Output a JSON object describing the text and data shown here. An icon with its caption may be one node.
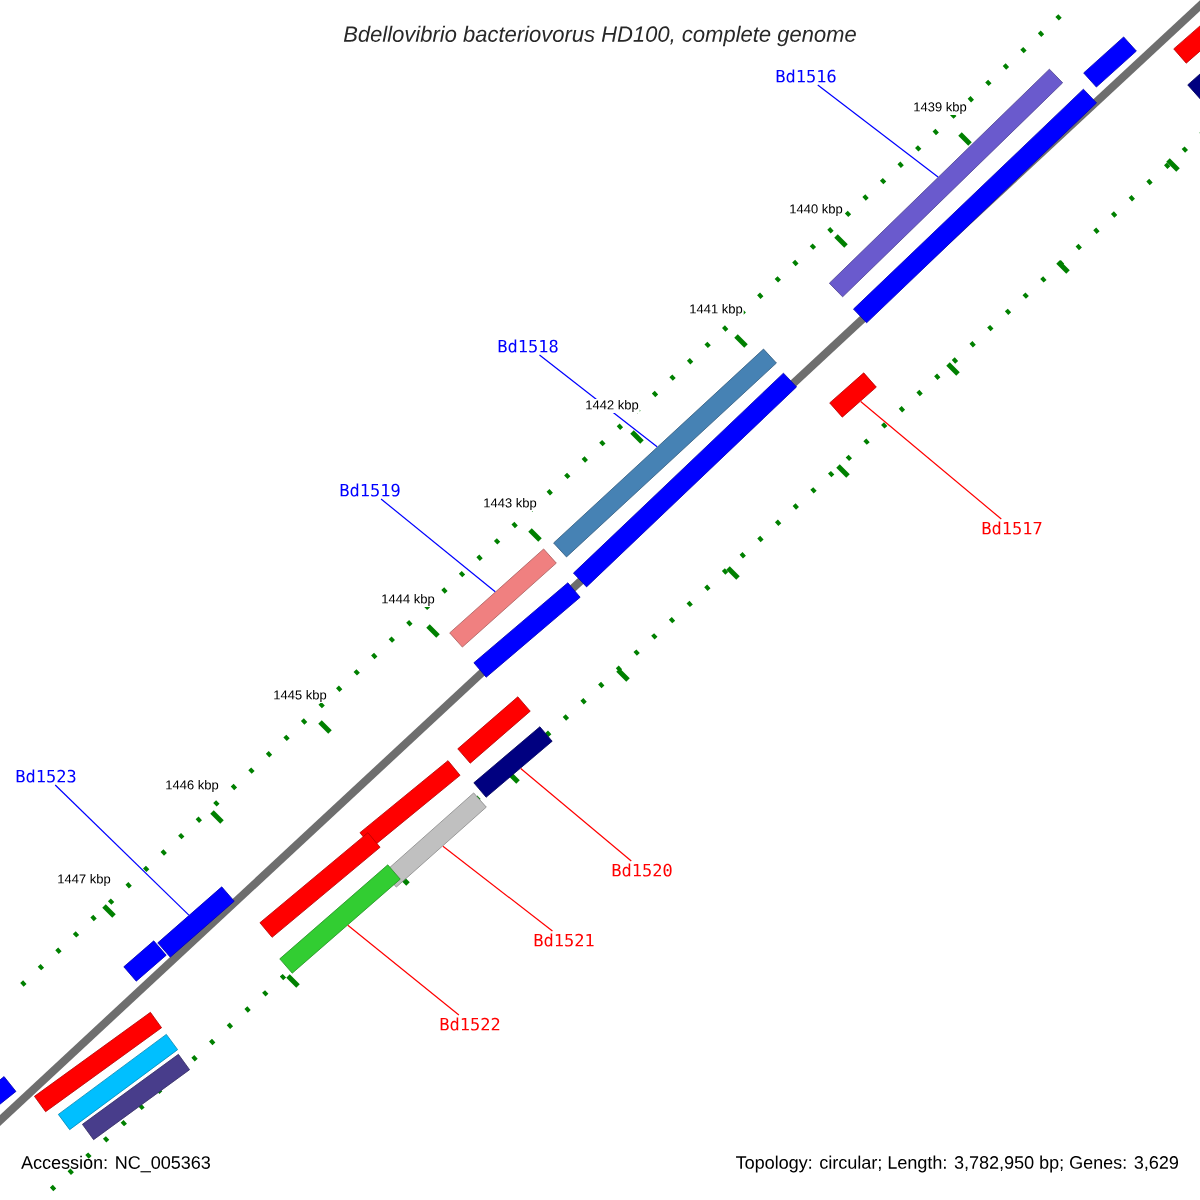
{
  "diagram": {
    "title": "Bdellovibrio bacteriovorus HD100, complete genome",
    "nodes": [
      {
        "text": [
          "Bd1516"
        ]
      },
      {
        "text": [],
        "shape": "bar"
      },
      {
        "text": [
          "Bd1518"
        ]
      },
      {
        "text": [],
        "shape": "bar"
      },
      {
        "text": [
          "Bd1519"
        ]
      },
      {
        "text": [],
        "shape": "bar"
      },
      {
        "text": [
          "Bd1517"
        ]
      },
      {
        "text": [],
        "shape": "bar"
      },
      {
        "text": [
          "Bd1520"
        ]
      },
      {
        "text": [],
        "shape": "bar"
      },
      {
        "text": [
          "Bd1521"
        ]
      },
      {
        "text": [],
        "shape": "bar"
      },
      {
        "text": [
          "Bd1522"
        ]
      },
      {
        "text": [],
        "shape": "bar"
      },
      {
        "text": [
          "Bd1523"
        ]
      },
      {
        "text": [],
        "shape": "bar"
      }
    ],
    "edges": [
      {
        "from": 0,
        "to": 1,
        "arrow": "none",
        "color": "#0000ff"
      },
      {
        "from": 2,
        "to": 3,
        "arrow": "none",
        "color": "#0000ff"
      },
      {
        "from": 4,
        "to": 5,
        "arrow": "none",
        "color": "#0000ff"
      },
      {
        "from": 6,
        "to": 7,
        "arrow": "none",
        "color": "#ff0000"
      },
      {
        "from": 8,
        "to": 9,
        "arrow": "none",
        "color": "#ff0000"
      },
      {
        "from": 10,
        "to": 11,
        "arrow": "none",
        "color": "#ff0000"
      },
      {
        "from": 12,
        "to": 13,
        "arrow": "none",
        "color": "#ff0000"
      },
      {
        "from": 14,
        "to": 15,
        "arrow": "none",
        "color": "#0000ff"
      }
    ],
    "labels": [
      "1439 kbp",
      "1440 kbp",
      "1441 kbp",
      "1442 kbp",
      "1443 kbp",
      "1444 kbp",
      "1445 kbp",
      "1446 kbp",
      "1447 kbp",
      "Accession: NC_005363",
      "Topology: circular; Length: 3,782,950 bp; Genes: 3,629"
    ]
  }
}
